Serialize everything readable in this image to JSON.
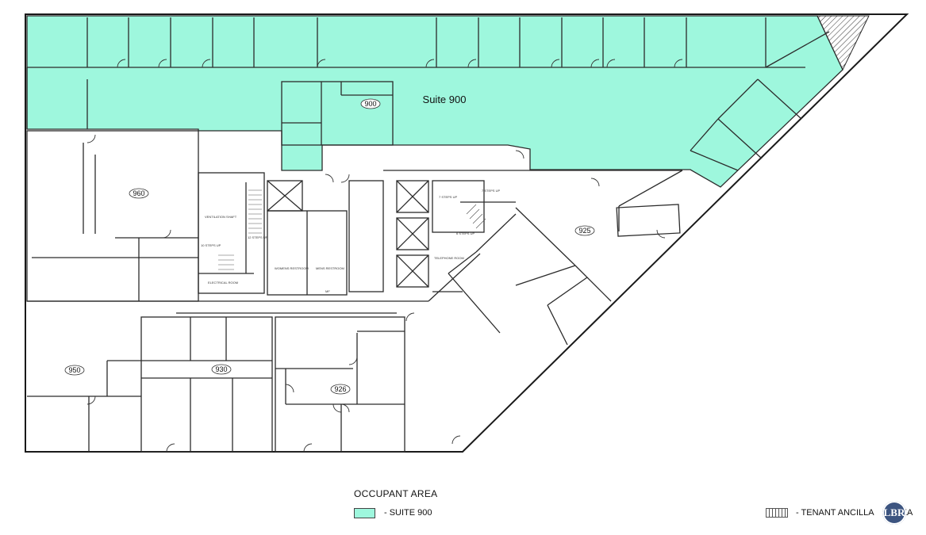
{
  "plan": {
    "suite_900_title": "Suite 900",
    "suite_tags": [
      "900",
      "960",
      "925",
      "950",
      "930",
      "926"
    ],
    "room_labels": {
      "ventilation": "VENTILATION SHAFT",
      "electrical": "ELECTRICAL ROOM",
      "womens": "WOMENS RESTROOM",
      "mens": "MENS RESTROOM",
      "telephone": "TELEPHONE ROOM",
      "steps_10": "10 STEPS UP",
      "steps_12": "12 STEPS UP",
      "steps_7a": "7 STEPS UP",
      "steps_7b": "7 STEPS UP",
      "steps_6": "6 STEPS UP",
      "mf": "MF"
    },
    "colors": {
      "occupant": "#9ef7dd",
      "wall": "#2b2b2b"
    }
  },
  "legend": {
    "title": "OCCUPANT AREA",
    "suite_label": "- SUITE 900",
    "ancillary_label": "- TENANT ANCILLA"
  },
  "logo": {
    "text": "LBR",
    "trailing_text": "EA"
  }
}
